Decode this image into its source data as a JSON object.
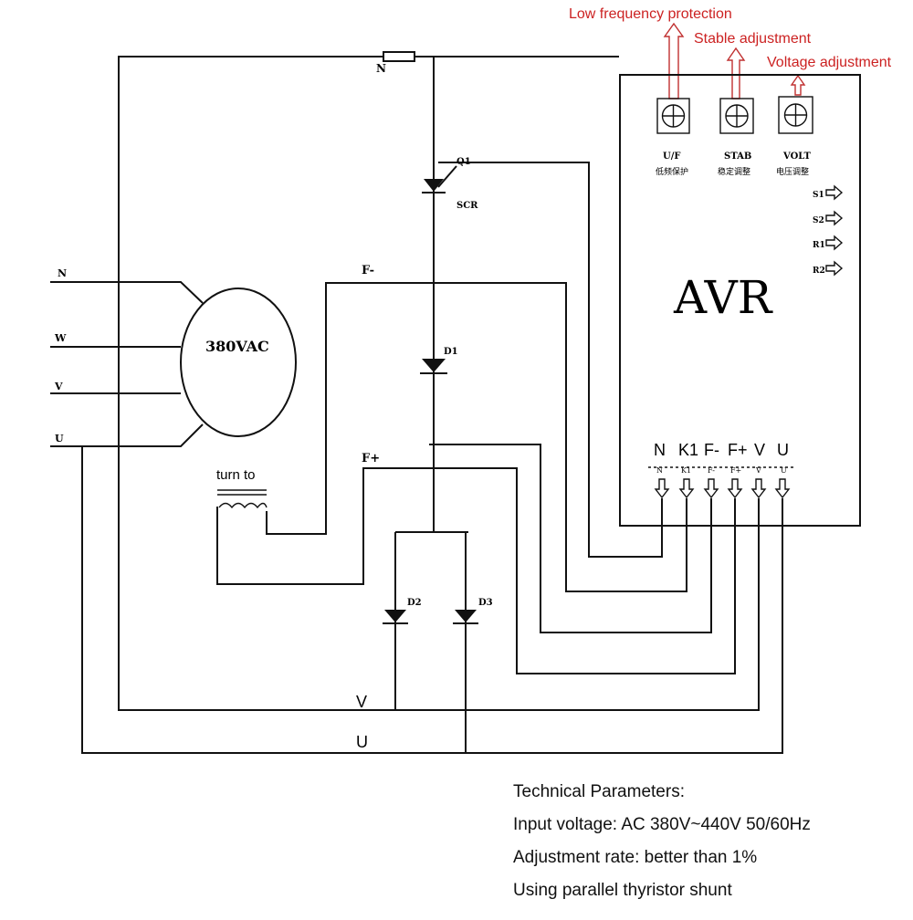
{
  "annotations": {
    "low_freq": "Low frequency protection",
    "stable": "Stable adjustment",
    "voltage": "Voltage adjustment"
  },
  "avr": {
    "title": "AVR",
    "knobs": [
      {
        "label": "U/F",
        "sub": "低频保护"
      },
      {
        "label": "STAB",
        "sub": "稳定调整"
      },
      {
        "label": "VOLT",
        "sub": "电压调整"
      }
    ],
    "side_outputs": [
      "S1",
      "S2",
      "R1",
      "R2"
    ],
    "terminals": [
      "N",
      "K1",
      "F-",
      "F+",
      "V",
      "U"
    ],
    "terminal_small": [
      "N",
      "K1",
      "F-",
      "F+",
      "V",
      "U"
    ]
  },
  "generator": {
    "label": "380VAC",
    "phases": [
      "N",
      "W",
      "V",
      "U"
    ]
  },
  "components": {
    "fuse": "N",
    "q1": "Q1",
    "scr": "SCR",
    "d1": "D1",
    "d2": "D2",
    "d3": "D3",
    "f_minus": "F-",
    "f_plus": "F+",
    "turn_to": "turn to",
    "bus_v": "V",
    "bus_u": "U"
  },
  "technical": {
    "heading": "Technical Parameters:",
    "lines": [
      "Input voltage: AC 380V~440V  50/60Hz",
      "Adjustment rate: better than 1%",
      "Using parallel thyristor shunt"
    ]
  }
}
